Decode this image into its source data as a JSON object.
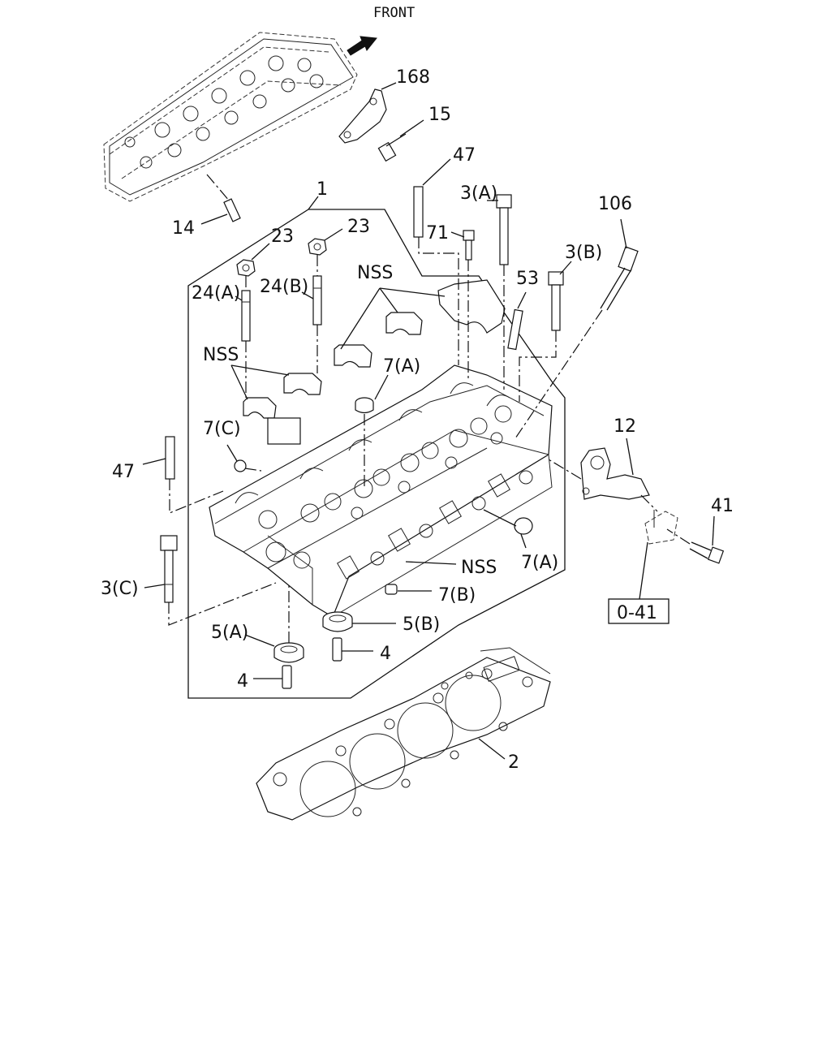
{
  "front_label": "FRONT",
  "callouts": {
    "c168": "168",
    "c15": "15",
    "c47_top": "47",
    "c3a": "3(A)",
    "c106": "106",
    "c1": "1",
    "c23_left": "23",
    "c23_right": "23",
    "c71": "71",
    "c14": "14",
    "c24a": "24(A)",
    "c24b": "24(B)",
    "c3b": "3(B)",
    "c53": "53",
    "nss_top": "NSS",
    "nss_left": "NSS",
    "c7a_top": "7(A)",
    "c7c": "7(C)",
    "c12": "12",
    "c47_left": "47",
    "c41": "41",
    "nss_bottom": "NSS",
    "c7a_right": "7(A)",
    "c3c": "3(C)",
    "c7b": "7(B)",
    "c041": "0-41",
    "c5a": "5(A)",
    "c5b": "5(B)",
    "c4_right": "4",
    "c4_left": "4",
    "c2": "2"
  }
}
